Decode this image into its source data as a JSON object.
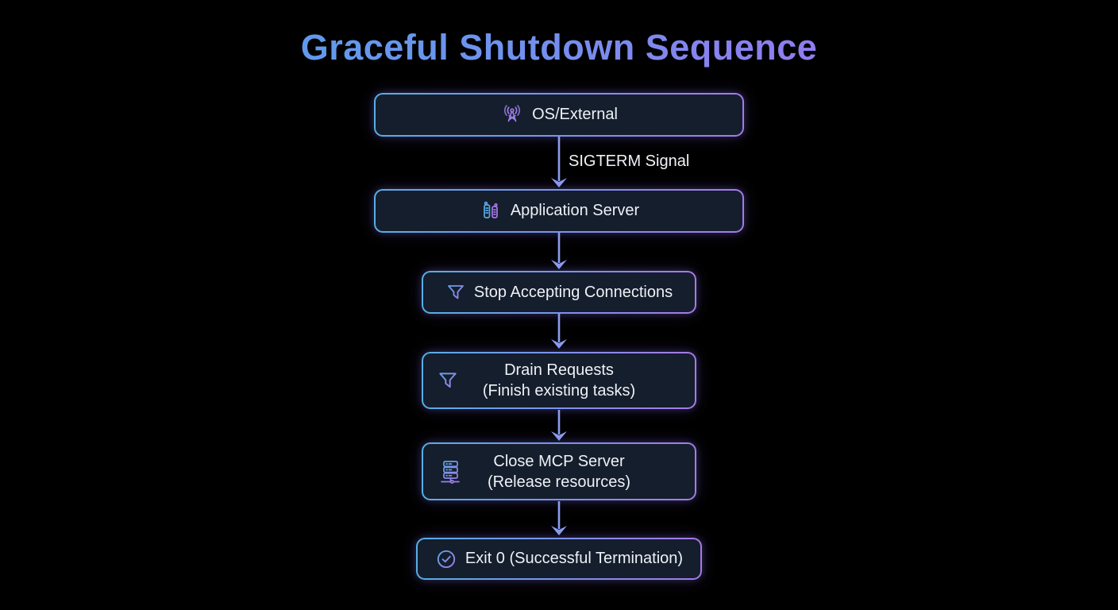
{
  "title": "Graceful Shutdown Sequence",
  "colors": {
    "background": "#000000",
    "accent_blue": "#57aee8",
    "accent_purple": "#a878e8",
    "arrow": "#8b9ef0",
    "node_fill": "#151e2c",
    "text": "#eef1f6",
    "title_gradient_start": "#4aa6e8",
    "title_gradient_end": "#ad6de8"
  },
  "nodes": [
    {
      "label": "OS/External",
      "icon": "radio-tower-icon"
    },
    {
      "label": "Application Server",
      "icon": "server-towers-icon"
    },
    {
      "label": "Stop Accepting Connections",
      "icon": "funnel-icon"
    },
    {
      "label": "Drain Requests",
      "sublabel": "(Finish existing tasks)",
      "icon": "funnel-icon"
    },
    {
      "label": "Close MCP Server",
      "sublabel": "(Release resources)",
      "icon": "server-rack-icon"
    },
    {
      "label": "Exit 0 (Successful Termination)",
      "icon": "check-circle-icon"
    }
  ],
  "edges": [
    {
      "from": 0,
      "to": 1,
      "label": "SIGTERM Signal"
    },
    {
      "from": 1,
      "to": 2,
      "label": ""
    },
    {
      "from": 2,
      "to": 3,
      "label": ""
    },
    {
      "from": 3,
      "to": 4,
      "label": ""
    },
    {
      "from": 4,
      "to": 5,
      "label": ""
    }
  ]
}
